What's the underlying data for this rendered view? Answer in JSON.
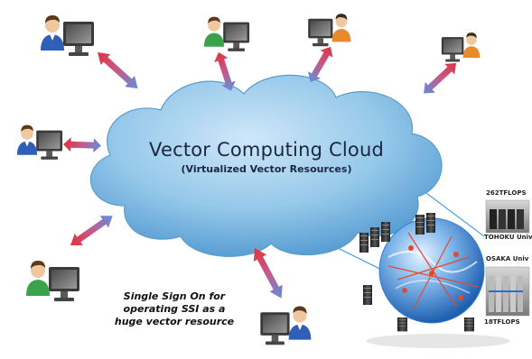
{
  "diagram": {
    "cloud_title": "Vector Computing Cloud",
    "cloud_subtitle": "(Virtualized Vector Resources)",
    "sso_text": "Single Sign On for\noperating SSI as a\nhuge vector resource",
    "supercomputers": [
      {
        "top_label": "262TFLOPS",
        "bottom_label": "TOHOKU Univ"
      },
      {
        "top_label": "OSAKA Univ",
        "bottom_label": "18TFLOPS"
      }
    ]
  },
  "colors": {
    "cloud_fill": "#8fc3e6",
    "cloud_stroke": "#5a9ccc",
    "arrow_red": "#d9414a",
    "arrow_blue": "#6d8fd6",
    "link_line": "#2a8fd8",
    "globe_blue": "#2f7fd3"
  },
  "icons": {
    "user": "user-at-computer-icon",
    "globe": "network-globe-icon",
    "server": "server-rack-icon",
    "supercomputer": "supercomputer-photo"
  }
}
